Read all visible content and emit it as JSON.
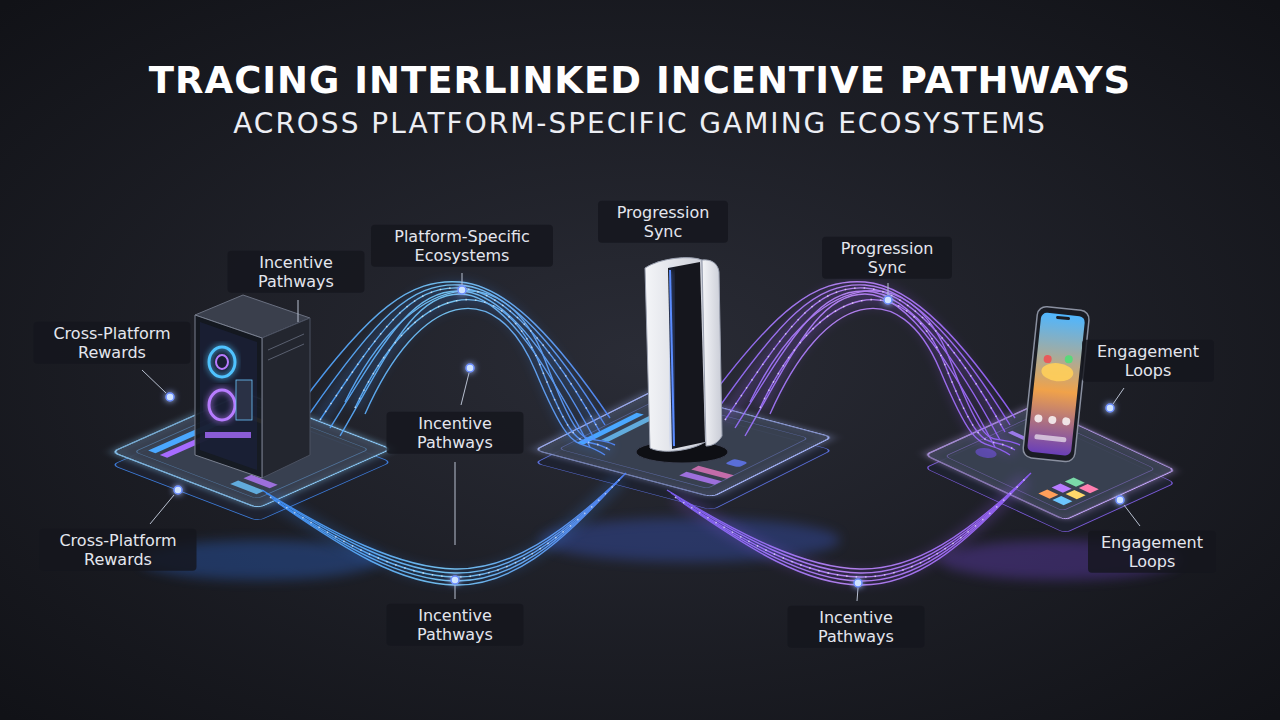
{
  "diagram": {
    "title": "TRACING INTERLINKED INCENTIVE PATHWAYS",
    "labels": [
      "ACROSS PLATFORM-SPECIFIC GAMING ECOSYSTEMS",
      "Progression Sync",
      "Platform-Specific Ecosystems",
      "Progression Sync",
      "Incentive Pathways",
      "Cross-Platform Rewards",
      "Engagement Loops",
      "Incentive Pathways",
      "Cross-Platform Rewards",
      "Engagement Loops",
      "Incentive Pathways",
      "Incentive Pathways"
    ]
  }
}
